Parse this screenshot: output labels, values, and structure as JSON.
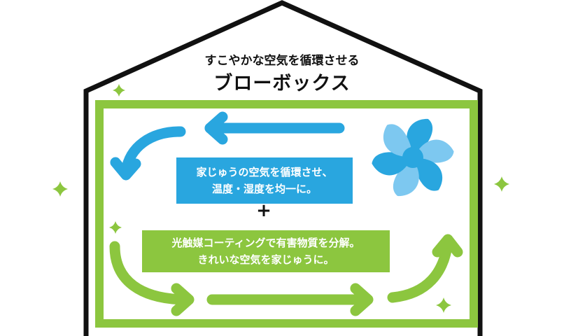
{
  "header": {
    "subtitle": "すこやかな空気を循環させる",
    "title": "ブローボックス"
  },
  "circulation": {
    "line1": "家じゅうの空気を循環させ、",
    "line2": "温度・湿度を均一に。"
  },
  "plus": "+",
  "purification": {
    "line1": "光触媒コーティングで有害物質を分解。",
    "line2": "きれいな空気を家じゅうに。"
  },
  "colors": {
    "blue": "#29a6df",
    "light_blue": "#7dc8f0",
    "green": "#8cc63f",
    "black": "#111111"
  }
}
